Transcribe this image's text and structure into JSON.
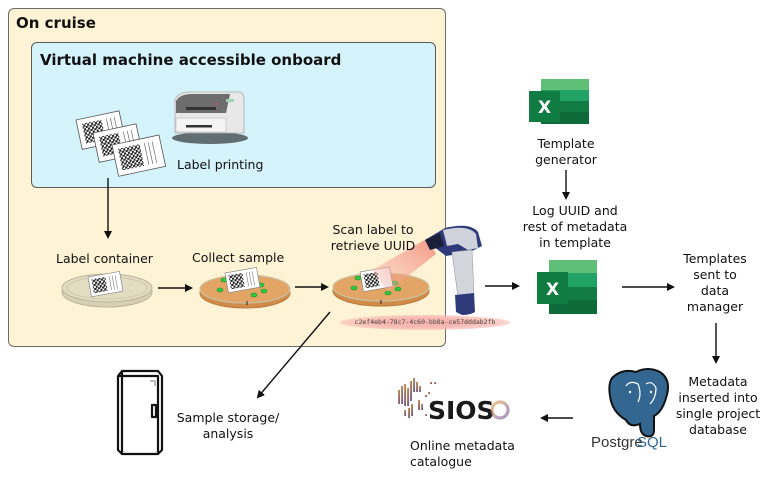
{
  "containers": {
    "on_cruise": "On cruise",
    "virtual_machine": "Virtual machine accessible onboard"
  },
  "steps": {
    "label_printing": "Label printing",
    "template_generator": [
      "Template",
      "generator"
    ],
    "label_container": "Label container",
    "collect_sample": "Collect sample",
    "scan_label": [
      "Scan label to",
      "retrieve UUID"
    ],
    "log_uuid": [
      "Log UUID and",
      "rest of metadata",
      "in template"
    ],
    "templates_sent": [
      "Templates",
      "sent to",
      "data",
      "manager"
    ],
    "metadata_inserted": [
      "Metadata",
      "inserted into",
      "single project",
      "database"
    ],
    "sample_storage": [
      "Sample storage/",
      "analysis"
    ],
    "online_catalogue": [
      "Online metadata",
      "catalogue"
    ]
  },
  "uuid_example": "c2ef4eb4-78c7-4c60-bb8a-ce57dddab2fb",
  "logos": {
    "sios": "SIOS",
    "postgres_prefix": "Postgre",
    "postgres_suffix": "SQL",
    "excel_letter": "X"
  },
  "colors": {
    "cruise_bg": "#fff3d6",
    "vm_bg": "#d4f3fb",
    "excel_dark": "#107c41",
    "petri_orange": "#e0a060",
    "postgres_blue": "#336791",
    "uuid_highlight": "#f7b7b0"
  }
}
